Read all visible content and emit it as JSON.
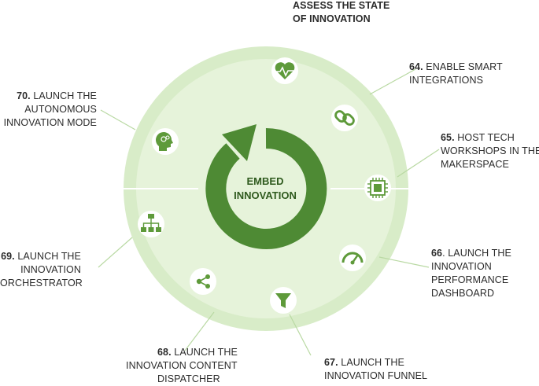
{
  "center": {
    "line1": "EMBED",
    "line2": "INNOVATION"
  },
  "colors": {
    "outer_ring": "#d8ecc8",
    "inner_disk": "#e6f3da",
    "icon_fill": "#5e9a3a",
    "arrow": "#4e8a34",
    "connector": "#b9d9a3",
    "text": "#2b2b2b"
  },
  "steps": [
    {
      "id": "assess",
      "number": "",
      "line1": "ASSESS THE STATE",
      "line2": "OF INNOVATION",
      "line3": "",
      "icon": "heart-pulse-icon"
    },
    {
      "id": "s64",
      "number": "64.",
      "line1": "ENABLE SMART",
      "line2": "INTEGRATIONS",
      "line3": "",
      "icon": "chain-link-icon"
    },
    {
      "id": "s65",
      "number": "65.",
      "line1": "HOST TECH",
      "line2": "WORKSHOPS IN THE",
      "line3": "MAKERSPACE",
      "icon": "microchip-icon"
    },
    {
      "id": "s66",
      "number": "66",
      "line1": ". LAUNCH THE",
      "line2": "INNOVATION",
      "line3": "PERFORMANCE",
      "line4": "DASHBOARD",
      "icon": "speedometer-icon"
    },
    {
      "id": "s67",
      "number": "67.",
      "line1": "LAUNCH THE",
      "line2": "INNOVATION FUNNEL",
      "line3": "",
      "icon": "funnel-icon"
    },
    {
      "id": "s68",
      "number": "68.",
      "line1": "LAUNCH THE",
      "line2": "INNOVATION CONTENT",
      "line3": "DISPATCHER",
      "icon": "share-nodes-icon"
    },
    {
      "id": "s69",
      "number": "69.",
      "line1": "LAUNCH THE",
      "line2": "INNOVATION",
      "line3": "ORCHESTRATOR",
      "icon": "org-chart-icon"
    },
    {
      "id": "s70",
      "number": "70.",
      "line1": "LAUNCH THE",
      "line2": "AUTONOMOUS",
      "line3": "INNOVATION MODE",
      "icon": "brain-head-icon"
    }
  ]
}
